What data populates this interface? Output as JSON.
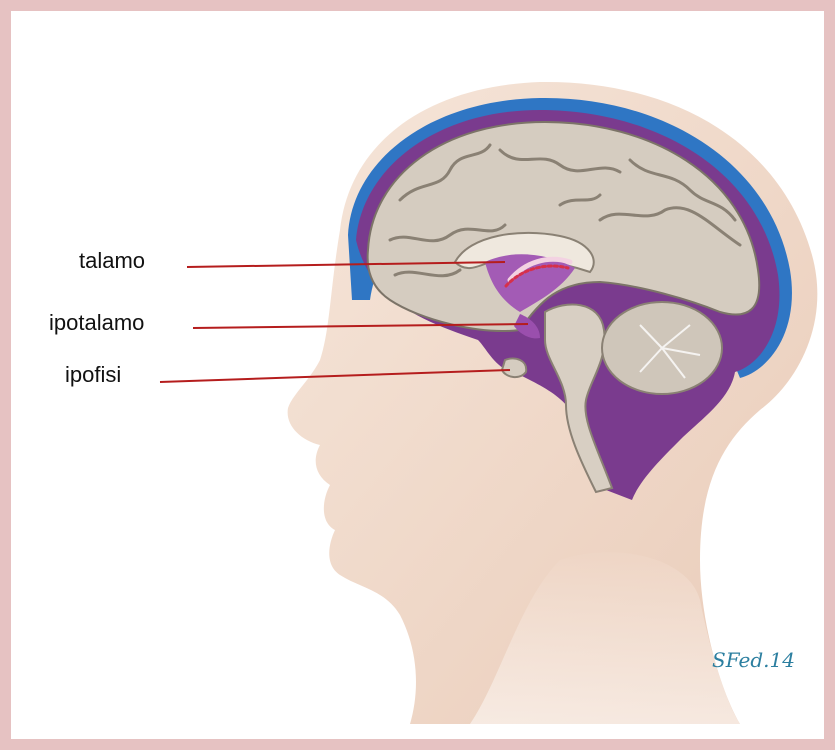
{
  "diagram": {
    "labels": {
      "thalamus": "talamo",
      "hypothalamus": "ipotalamo",
      "pituitary": "ipofisi"
    },
    "signature": "SFed.14"
  },
  "colors": {
    "frame": "#e6c2c2",
    "skin": "#f2ddd0",
    "dura": "#2f76c4",
    "csf_space": "#7a3b8e",
    "brain_gray": "#d5ccc0",
    "leader_lines": "#b51d1d",
    "signature": "#2c7fa0"
  }
}
